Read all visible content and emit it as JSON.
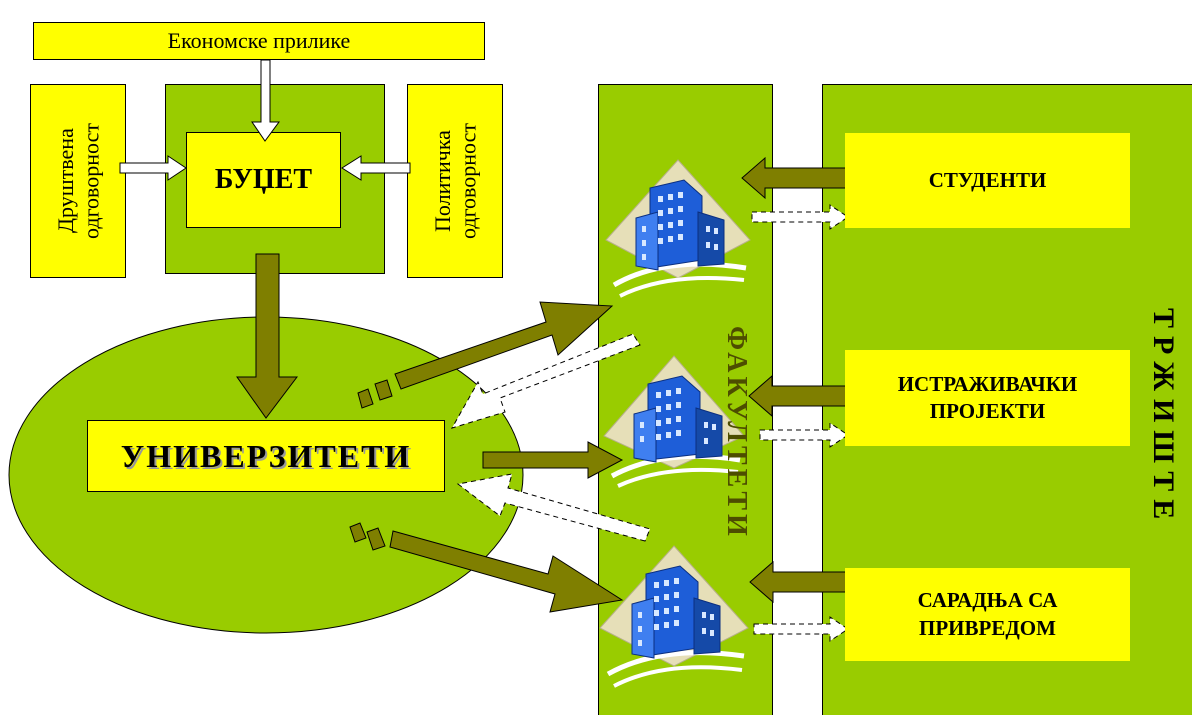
{
  "top_box": "Економске прилике",
  "left_side": [
    "Друштвена",
    "одговорност"
  ],
  "right_side": [
    "Политичка",
    "одговорност"
  ],
  "budget": "БУЏЕТ",
  "universities": "УНИВЕРЗИТЕТИ",
  "faculties": "ФАКУЛТЕТИ",
  "market": "ТРЖИШТЕ",
  "market_items": [
    [
      "СТУДЕНТИ"
    ],
    [
      "ИСТРАЖИВАЧКИ",
      "ПРОЈЕКТИ"
    ],
    [
      "САРАДЊА СА",
      "ПРИВРЕДОМ"
    ]
  ],
  "colors": {
    "yellow": "#ffff00",
    "green": "#99cc00",
    "arrow_olive": "#7f7f00",
    "white": "#ffffff",
    "building_blue": "#1e5ed8"
  },
  "icons": [
    "building-icon",
    "building-icon",
    "building-icon"
  ]
}
